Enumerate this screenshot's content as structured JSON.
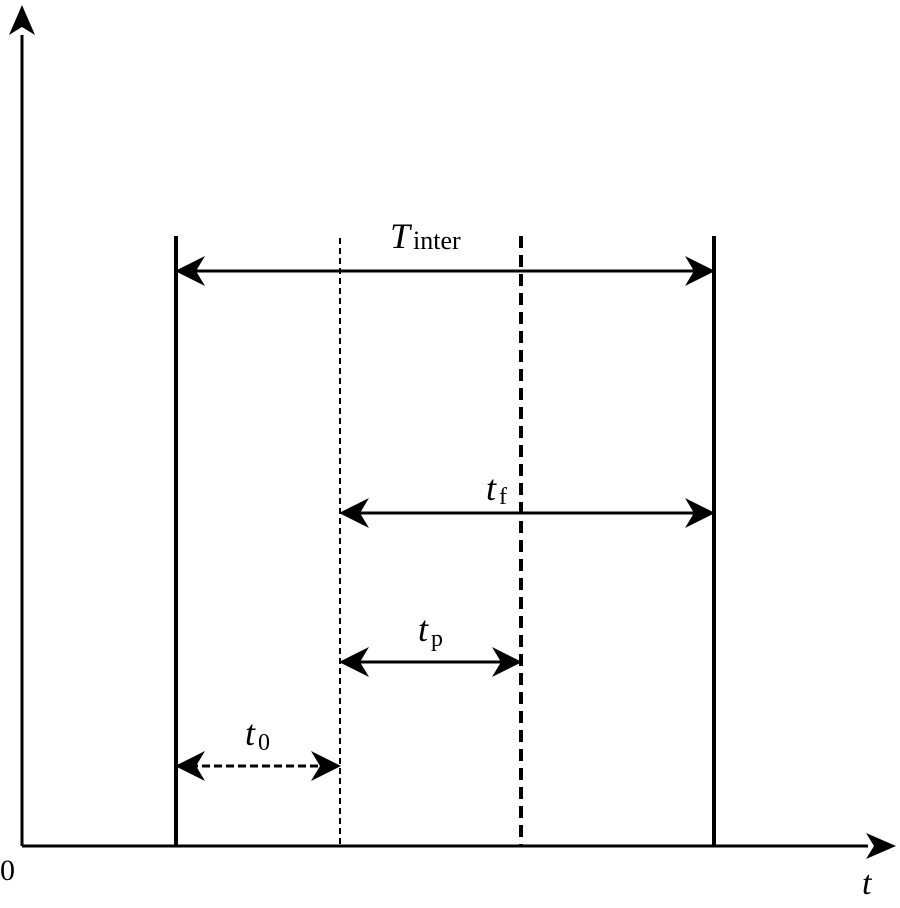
{
  "axes": {
    "origin_label": "0",
    "x_axis_label": "t"
  },
  "intervals": {
    "t_inter": {
      "main": "T",
      "sub": "inter"
    },
    "t_f": {
      "main": "t",
      "sub": "f"
    },
    "t_p": {
      "main": "t",
      "sub": "p"
    },
    "t_0": {
      "main": "t",
      "sub": "0"
    }
  },
  "colors": {
    "ink": "#000000",
    "background": "#ffffff"
  }
}
